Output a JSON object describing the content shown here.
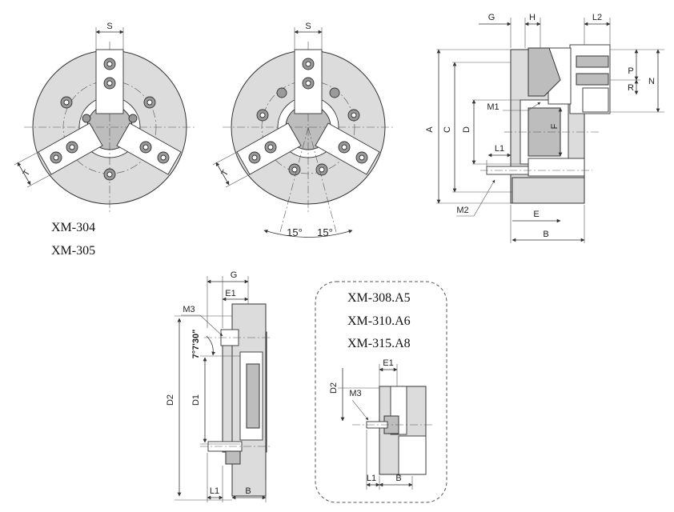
{
  "models": {
    "group_a": [
      "XM-304",
      "XM-305"
    ],
    "group_b": [
      "XM-308.A5",
      "XM-310.A6",
      "XM-315.A8"
    ]
  },
  "labels": {
    "front1": {
      "s": "S",
      "t": "T"
    },
    "front2": {
      "s": "S",
      "t": "T",
      "angle_left": "15°",
      "angle_right": "15°"
    },
    "side": {
      "g": "G",
      "h": "H",
      "l2": "L2",
      "p": "P",
      "r": "R",
      "n": "N",
      "a": "A",
      "c": "C",
      "d": "D",
      "m1": "M1",
      "f": "F",
      "l1": "L1",
      "m2": "M2",
      "e": "E",
      "b": "B"
    },
    "section": {
      "g": "G",
      "e1": "E1",
      "m3": "M3",
      "angle": "7°7'30\"",
      "d2": "D2",
      "d1": "D1",
      "l1": "L1",
      "b": "B"
    },
    "inset": {
      "e1": "E1",
      "d2": "D2",
      "m3": "M3",
      "l1": "L1",
      "b": "B"
    }
  },
  "colors": {
    "line": "#333333",
    "fill": "#dcdcdc",
    "shade": "#bdbdbd",
    "border": "#555555"
  }
}
